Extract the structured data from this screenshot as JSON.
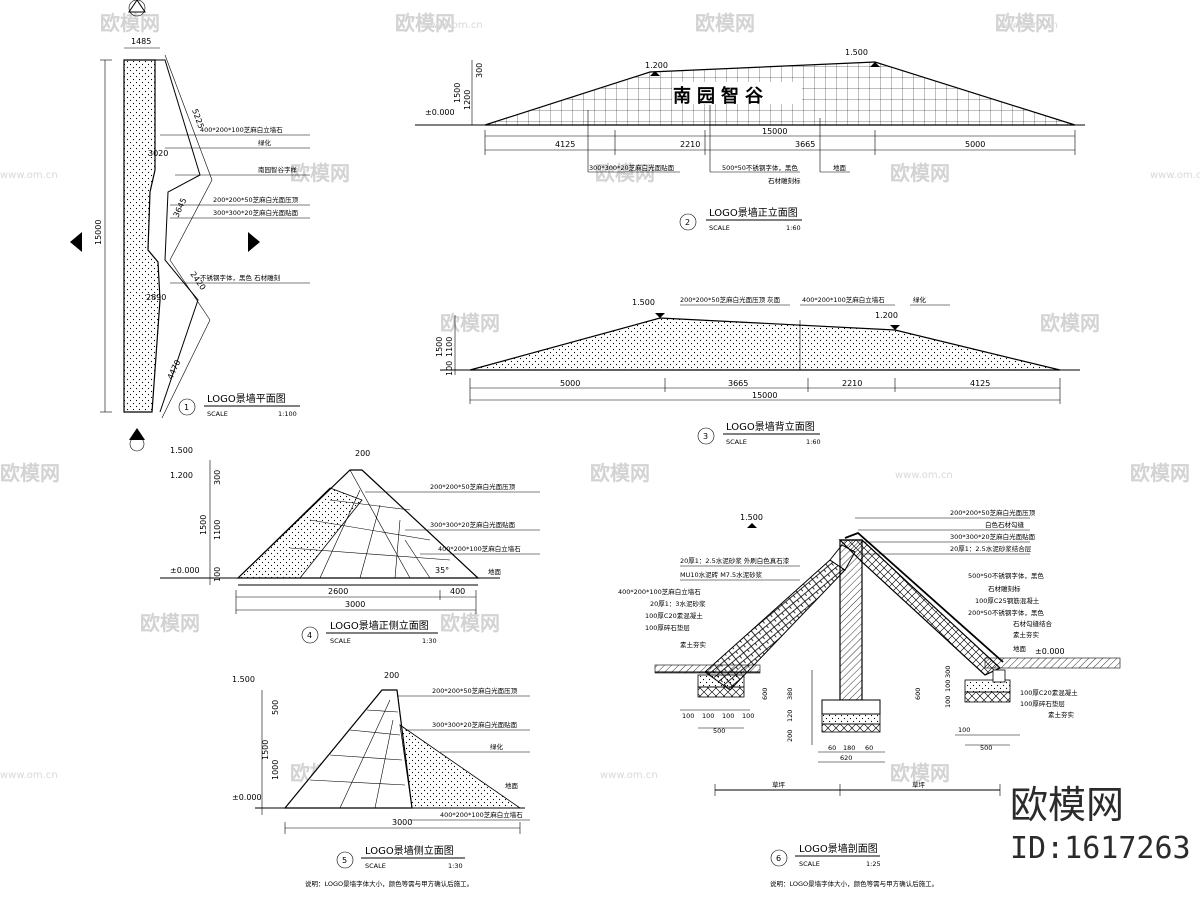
{
  "watermark": {
    "brand": "欧模网",
    "url": "www.om.cn",
    "id": "ID:1617263"
  },
  "plan": {
    "title": "LOGO景墙平面图",
    "num": "1",
    "scale_label": "SCALE",
    "scale": "1:100",
    "dims": {
      "width": "1485",
      "length": "15000",
      "d1": "5225",
      "d2": "3020",
      "d3": "3645",
      "d4": "2420",
      "d5": "2890",
      "d6": "4470"
    },
    "notes": [
      "400*200*100芝麻白立墙石",
      "绿化",
      "南园智谷字样",
      "200*200*50芝麻白光面压顶",
      "300*300*20芝麻白光面贴面",
      "不锈钢字体，黑色  石材雕刻"
    ]
  },
  "front": {
    "title": "LOGO景墙正立面图",
    "num": "2",
    "scale_label": "SCALE",
    "scale": "1:60",
    "sign": "南园智谷",
    "elev": [
      "1.200",
      "1.500",
      "±0.000"
    ],
    "vdims": [
      "1500",
      "1200",
      "300"
    ],
    "hdims": [
      "4125",
      "2210",
      "3665",
      "5000"
    ],
    "total": "15000",
    "notes": [
      "300*300*20芝麻白光面贴面",
      "500*50不锈钢字体，黑色",
      "石材雕刻标",
      "地面"
    ]
  },
  "back": {
    "title": "LOGO景墙背立面图",
    "num": "3",
    "scale_label": "SCALE",
    "scale": "1:60",
    "elev": [
      "1.500",
      "1.200"
    ],
    "vdims": [
      "1500",
      "1100",
      "100"
    ],
    "hdims": [
      "5000",
      "3665",
      "2210",
      "4125"
    ],
    "total": "15000",
    "notes": [
      "200*200*50芝麻白光面压顶  灰面",
      "400*200*100芝麻白立墙石",
      "绿化"
    ]
  },
  "side_front": {
    "title": "LOGO景墙正侧立面图",
    "num": "4",
    "scale_label": "SCALE",
    "scale": "1:30",
    "elev": [
      "1.500",
      "1.200",
      "±0.000"
    ],
    "vdims": [
      "1500",
      "300",
      "1100",
      "100"
    ],
    "top": "200",
    "hdims": [
      "2600",
      "400"
    ],
    "total": "3000",
    "angle": "35°",
    "notes": [
      "200*200*50芝麻白光面压顶",
      "300*300*20芝麻白光面贴面",
      "400*200*100芝麻白立墙石",
      "地面"
    ]
  },
  "side": {
    "title": "LOGO景墙侧立面图",
    "num": "5",
    "scale_label": "SCALE",
    "scale": "1:30",
    "elev": [
      "1.500",
      "±0.000"
    ],
    "vdims": [
      "1500",
      "500",
      "1000"
    ],
    "top": "200",
    "total": "3000",
    "notes": [
      "200*200*50芝麻白光面压顶",
      "300*300*20芝麻白光面贴面",
      "绿化",
      "地面",
      "400*200*100芝麻白立墙石"
    ],
    "footnote": "说明：LOGO景墙字体大小，颜色等需与甲方确认后施工。"
  },
  "section": {
    "title": "LOGO景墙剖面图",
    "num": "6",
    "scale_label": "SCALE",
    "scale": "1:25",
    "elev": [
      "1.500",
      "±0.000"
    ],
    "notes_left": [
      "20厚1：2.5水泥砂浆  外刷白色真石漆",
      "MU10水泥砖  M7.5水泥砂浆",
      "400*200*100芝麻白立墙石",
      "20厚1：3水泥砂浆",
      "100厚C20素混凝土",
      "100厚碎石垫层",
      "素土夯实"
    ],
    "notes_right": [
      "200*200*50芝麻白光面压顶",
      "白色石材勾缝",
      "300*300*20芝麻白光面贴面",
      "20厚1：2.5水泥砂浆结合层",
      "500*50不锈钢字体，黑色",
      "石材雕刻标",
      "100厚C25钢筋混凝土",
      "200*50不锈钢字体，黑色",
      "石材勾缝结合",
      "素土夯实",
      "地面",
      "100厚C20素混凝土",
      "100厚碎石垫层",
      "素土夯实"
    ],
    "dims_left": [
      "100",
      "100",
      "100",
      "100",
      "500",
      "600"
    ],
    "dims_mid": [
      "380",
      "120",
      "200",
      "60",
      "180",
      "60",
      "620"
    ],
    "dims_right": [
      "600",
      "100",
      "100",
      "300",
      "100",
      "500"
    ],
    "base_labels": [
      "草坪",
      "草坪"
    ],
    "footnote": "说明：LOGO景墙字体大小，颜色等需与甲方确认后施工。"
  }
}
